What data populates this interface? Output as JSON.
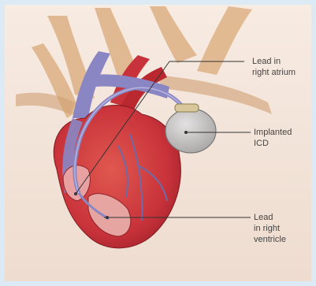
{
  "labels": {
    "atrium_line1": "Lead in",
    "atrium_line2": "right atrium",
    "icd_line1": "Implanted",
    "icd_line2": "ICD",
    "ventricle_line1": "Lead",
    "ventricle_line2": "in right",
    "ventricle_line3": "ventricle"
  },
  "colors": {
    "frame_background": "#dbeaf5",
    "skin": "#f3e3d8",
    "muscle": "#d9a978",
    "heart_red": "#c8323a",
    "vessel_blue": "#8a86c4",
    "device_gray": "#c9c6c6",
    "lead_line": "#333333"
  }
}
